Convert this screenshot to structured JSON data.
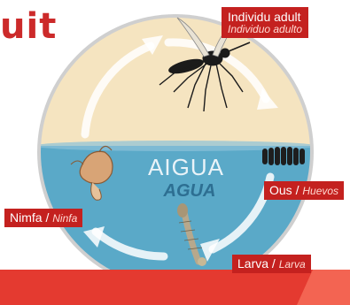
{
  "heading_fragment": "uit",
  "water": {
    "primary": "AIGUA",
    "secondary": "AGUA"
  },
  "stages": {
    "adult": {
      "label_ca": "Individu adult",
      "label_es": "Individuo adulto",
      "icon": "mosquito-icon"
    },
    "eggs": {
      "label_ca": "Ous",
      "separator": "/",
      "label_es": "Huevos",
      "icon": "egg-raft-icon"
    },
    "larva": {
      "label_ca": "Larva",
      "separator": "/",
      "label_es": "Larva",
      "icon": "larva-icon"
    },
    "nymph": {
      "label_ca": "Nimfa",
      "separator": "/",
      "label_es": "Ninfa",
      "icon": "pupa-icon"
    }
  },
  "colors": {
    "label_bg": "#c4211f",
    "sky": "#f5e4c0",
    "water": "#5aa9c8",
    "bar": "#e43a30",
    "title": "#cc2a2a"
  }
}
